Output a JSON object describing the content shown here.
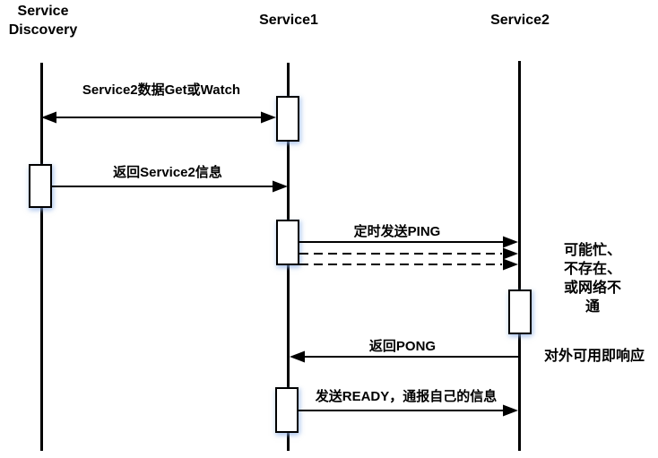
{
  "colors": {
    "line": "#000000",
    "background": "#ffffff",
    "text": "#000000"
  },
  "participants": [
    {
      "id": "service-discovery",
      "label": "Service\nDiscovery"
    },
    {
      "id": "service1",
      "label": "Service1"
    },
    {
      "id": "service2",
      "label": "Service2"
    }
  ],
  "messages": [
    {
      "from": "service-discovery",
      "to": "service1",
      "label": "Service2数据Get或Watch",
      "style": "solid",
      "heads": "both"
    },
    {
      "from": "service-discovery",
      "to": "service1",
      "label": "返回Service2信息",
      "style": "solid",
      "heads": "end"
    },
    {
      "from": "service1",
      "to": "service2",
      "label": "定时发送PING",
      "style": "solid",
      "heads": "end"
    },
    {
      "from": "service1",
      "to": "service2",
      "label": "",
      "style": "dashed",
      "heads": "end"
    },
    {
      "from": "service1",
      "to": "service2",
      "label": "",
      "style": "dashed",
      "heads": "end"
    },
    {
      "from": "service2",
      "to": "service1",
      "label": "返回PONG",
      "style": "solid",
      "heads": "end"
    },
    {
      "from": "service1",
      "to": "service2",
      "label": "发送READY，通报自己的信息",
      "style": "solid",
      "heads": "end"
    }
  ],
  "annotations": [
    {
      "text": "可能忙、不存在、\n或网络不通"
    },
    {
      "text": "对外可用即响应"
    }
  ]
}
